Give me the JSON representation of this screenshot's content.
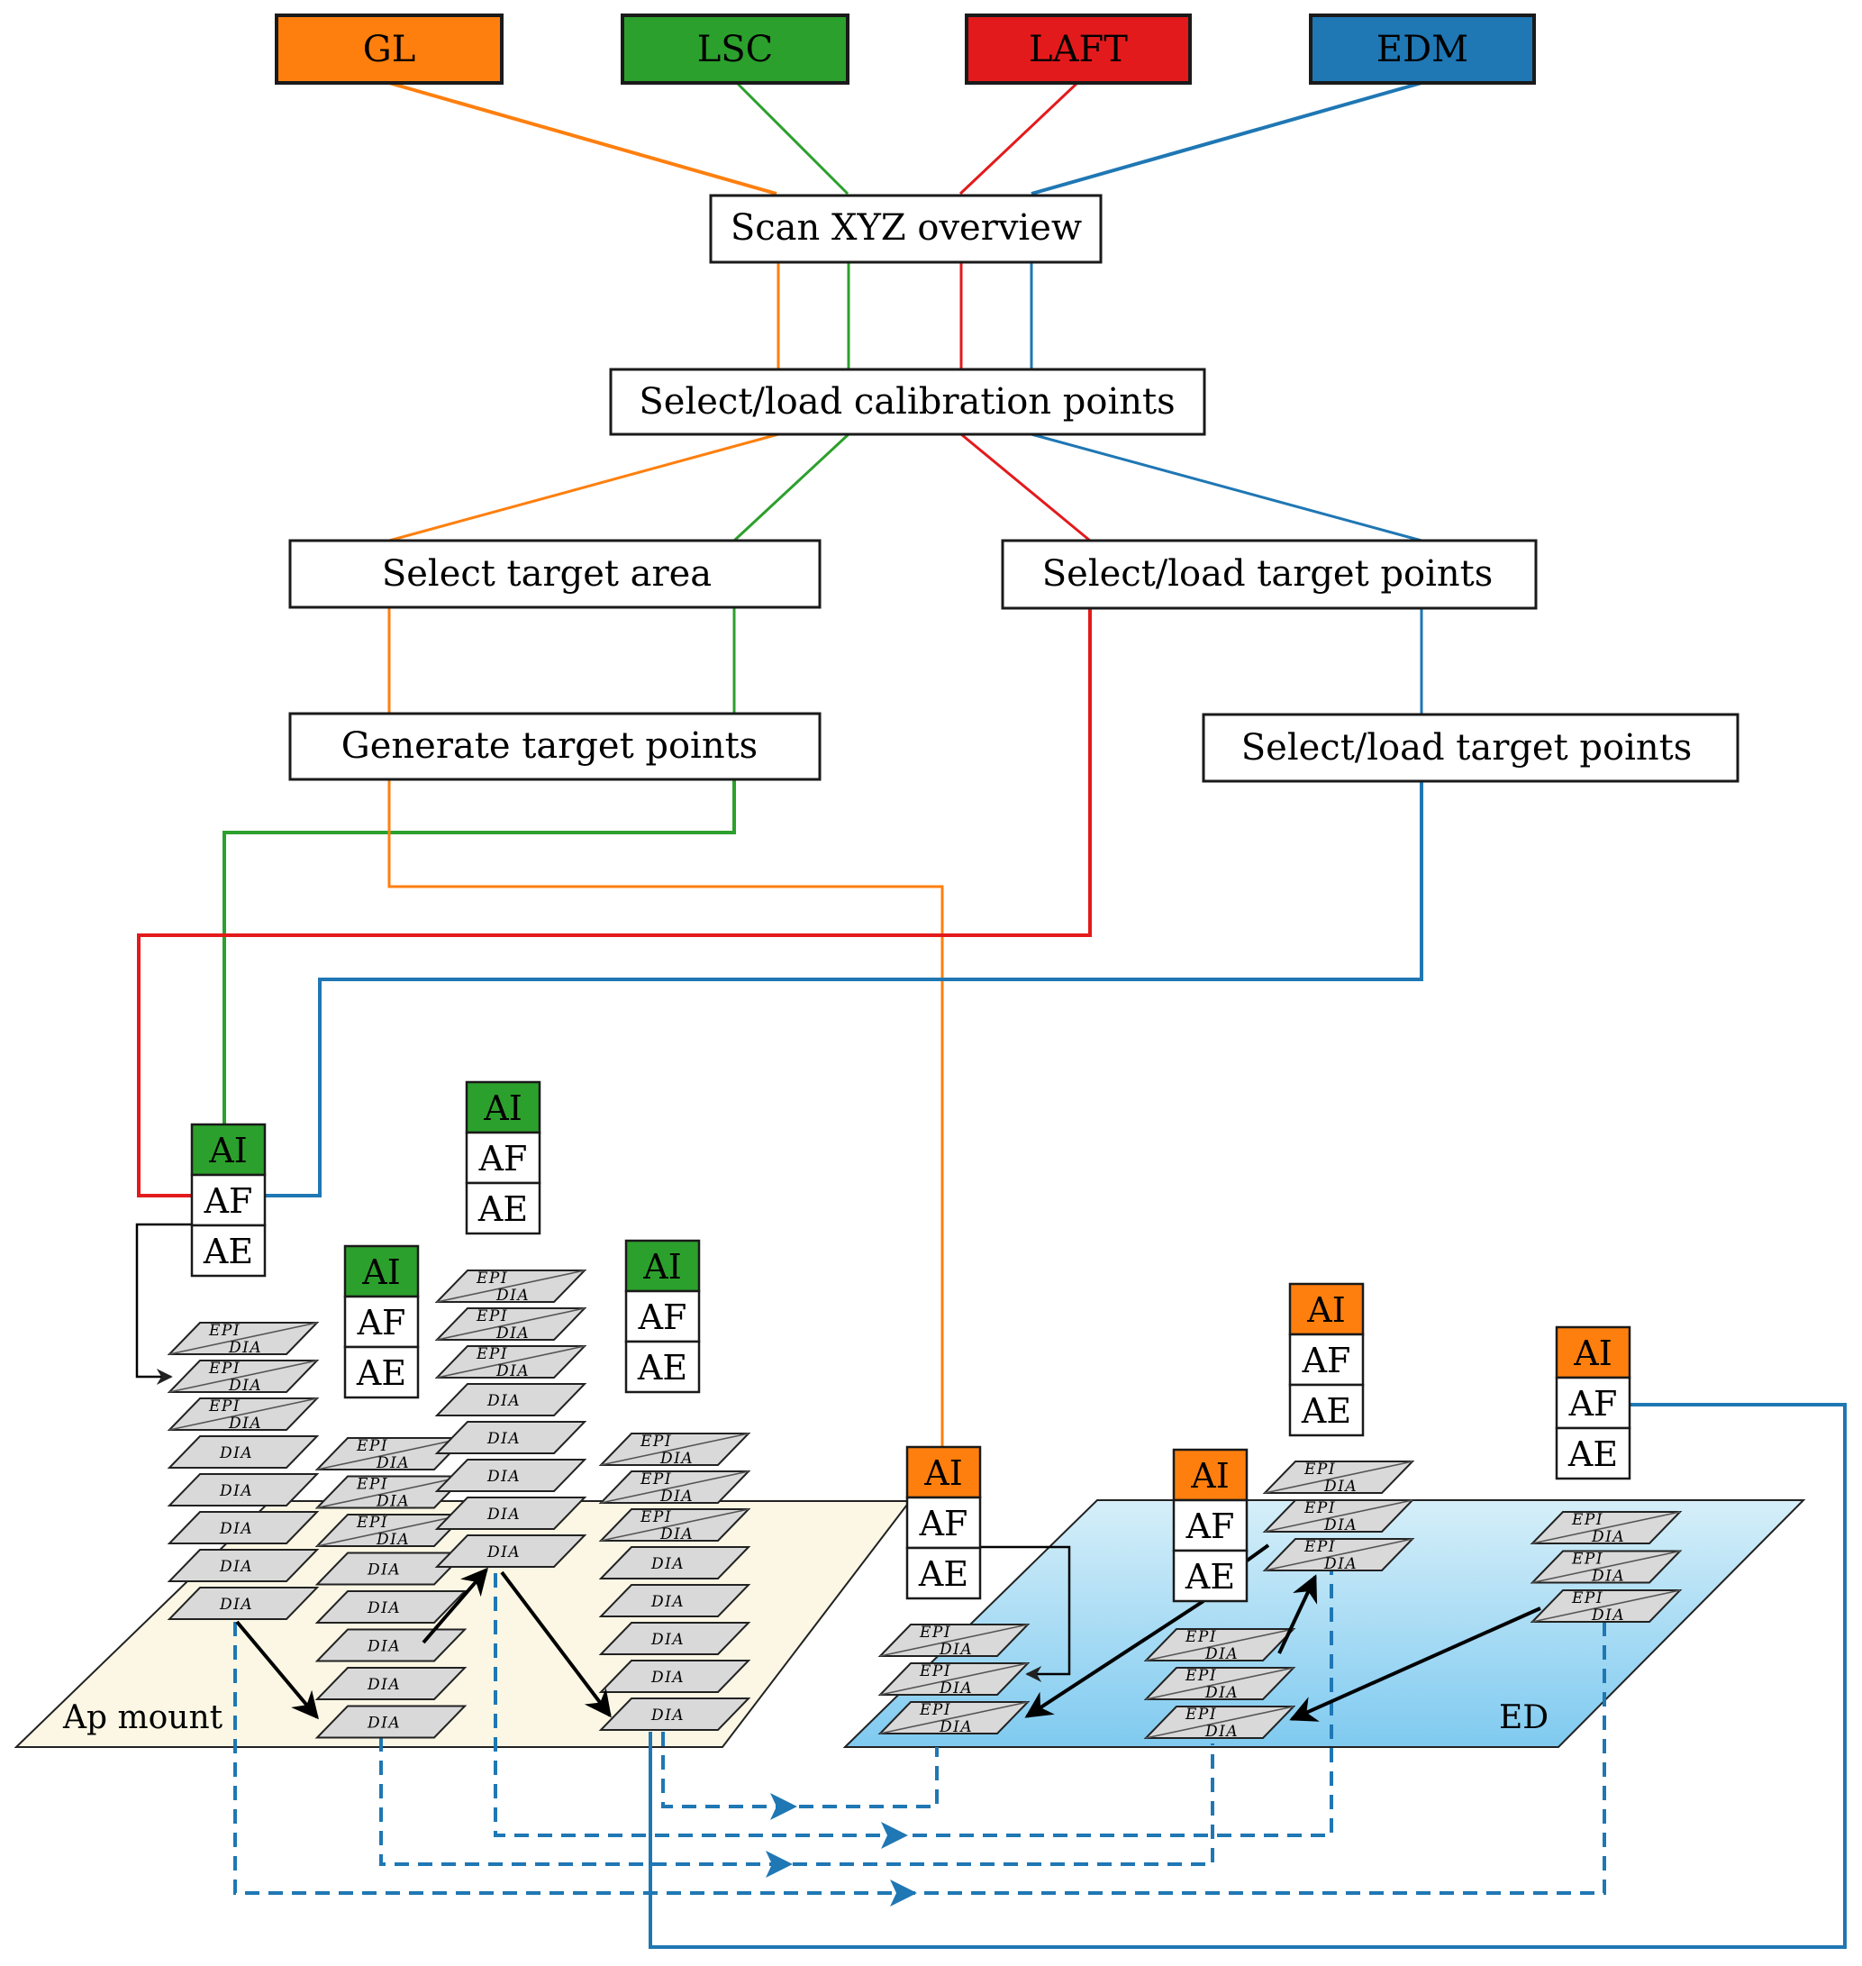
{
  "colors": {
    "GL": "#ff7f0e",
    "LSC": "#2ca02c",
    "LAFT": "#e31a1c",
    "EDM": "#1f77b4",
    "ap_mount_fill": "#fbf7e4",
    "ed_fill_top": "#d6eff9",
    "ed_fill_bottom": "#7fcaf0",
    "plate_fill": "#d9d9d9"
  },
  "methods": [
    {
      "id": "GL",
      "label": "GL"
    },
    {
      "id": "LSC",
      "label": "LSC"
    },
    {
      "id": "LAFT",
      "label": "LAFT"
    },
    {
      "id": "EDM",
      "label": "EDM"
    }
  ],
  "steps": {
    "scan": "Scan XYZ overview",
    "calibration": "Select/load calibration points",
    "target_area": "Select target area",
    "target_points_1": "Select/load target points",
    "generate": "Generate target points",
    "target_points_2": "Select/load target points"
  },
  "cell_labels": {
    "ai": "AI",
    "af": "AF",
    "ae": "AE"
  },
  "plate_labels": {
    "epi": "EPI",
    "dia": "DIA"
  },
  "bases": {
    "ap_mount": "Ap mount",
    "ed": "ED"
  },
  "edges": [
    {
      "from": "GL",
      "to": "scan"
    },
    {
      "from": "LSC",
      "to": "scan"
    },
    {
      "from": "LAFT",
      "to": "scan"
    },
    {
      "from": "EDM",
      "to": "scan"
    },
    {
      "from": "scan",
      "to": "calibration",
      "via": [
        "GL",
        "LSC",
        "LAFT",
        "EDM"
      ]
    },
    {
      "from": "calibration",
      "to": "target_area",
      "via": [
        "GL",
        "LSC"
      ]
    },
    {
      "from": "calibration",
      "to": "target_points_1",
      "via": [
        "LAFT",
        "EDM"
      ]
    },
    {
      "from": "target_area",
      "to": "generate",
      "via": [
        "GL",
        "LSC"
      ]
    },
    {
      "from": "target_points_1",
      "to": "target_points_2",
      "via": [
        "EDM"
      ]
    },
    {
      "from": "generate",
      "to": "ap_mount_AI_AF_AE",
      "via": [
        "LSC"
      ]
    },
    {
      "from": "generate",
      "to": "ed_AI_AF_AE",
      "via": [
        "GL"
      ]
    },
    {
      "from": "target_points_1",
      "to": "ap_mount_AF",
      "via": [
        "LAFT"
      ]
    },
    {
      "from": "target_points_2",
      "to": "ap_mount_AF",
      "via": [
        "EDM"
      ]
    }
  ],
  "ai_blocks": [
    {
      "id": "ap1",
      "color": "LSC"
    },
    {
      "id": "ap2",
      "color": "LSC"
    },
    {
      "id": "ap3",
      "color": "LSC"
    },
    {
      "id": "ap4",
      "color": "LSC"
    },
    {
      "id": "ed1",
      "color": "GL"
    },
    {
      "id": "ed2",
      "color": "GL"
    },
    {
      "id": "ed3",
      "color": "GL"
    },
    {
      "id": "ed4",
      "color": "GL"
    }
  ],
  "plate_stacks": [
    {
      "id": "ap-col1",
      "items": [
        "EPI/DIA",
        "EPI/DIA",
        "EPI/DIA",
        "DIA",
        "DIA",
        "DIA",
        "DIA",
        "DIA"
      ]
    },
    {
      "id": "ap-col2",
      "items": [
        "EPI/DIA",
        "EPI/DIA",
        "EPI/DIA",
        "DIA",
        "DIA",
        "DIA",
        "DIA",
        "DIA"
      ]
    },
    {
      "id": "ap-col3",
      "items": [
        "EPI/DIA",
        "EPI/DIA",
        "EPI/DIA",
        "DIA",
        "DIA",
        "DIA",
        "DIA",
        "DIA"
      ]
    },
    {
      "id": "ap-col4",
      "items": [
        "EPI/DIA",
        "EPI/DIA",
        "EPI/DIA",
        "DIA",
        "DIA",
        "DIA",
        "DIA",
        "DIA"
      ]
    },
    {
      "id": "ed-col1",
      "items": [
        "EPI/DIA",
        "EPI/DIA",
        "EPI/DIA"
      ]
    },
    {
      "id": "ed-col2",
      "items": [
        "EPI/DIA",
        "EPI/DIA",
        "EPI/DIA"
      ]
    },
    {
      "id": "ed-col2-upper",
      "items": [
        "EPI/DIA",
        "EPI/DIA",
        "EPI/DIA"
      ]
    },
    {
      "id": "ed-col3",
      "items": [
        "EPI/DIA",
        "EPI/DIA",
        "EPI/DIA"
      ]
    }
  ]
}
